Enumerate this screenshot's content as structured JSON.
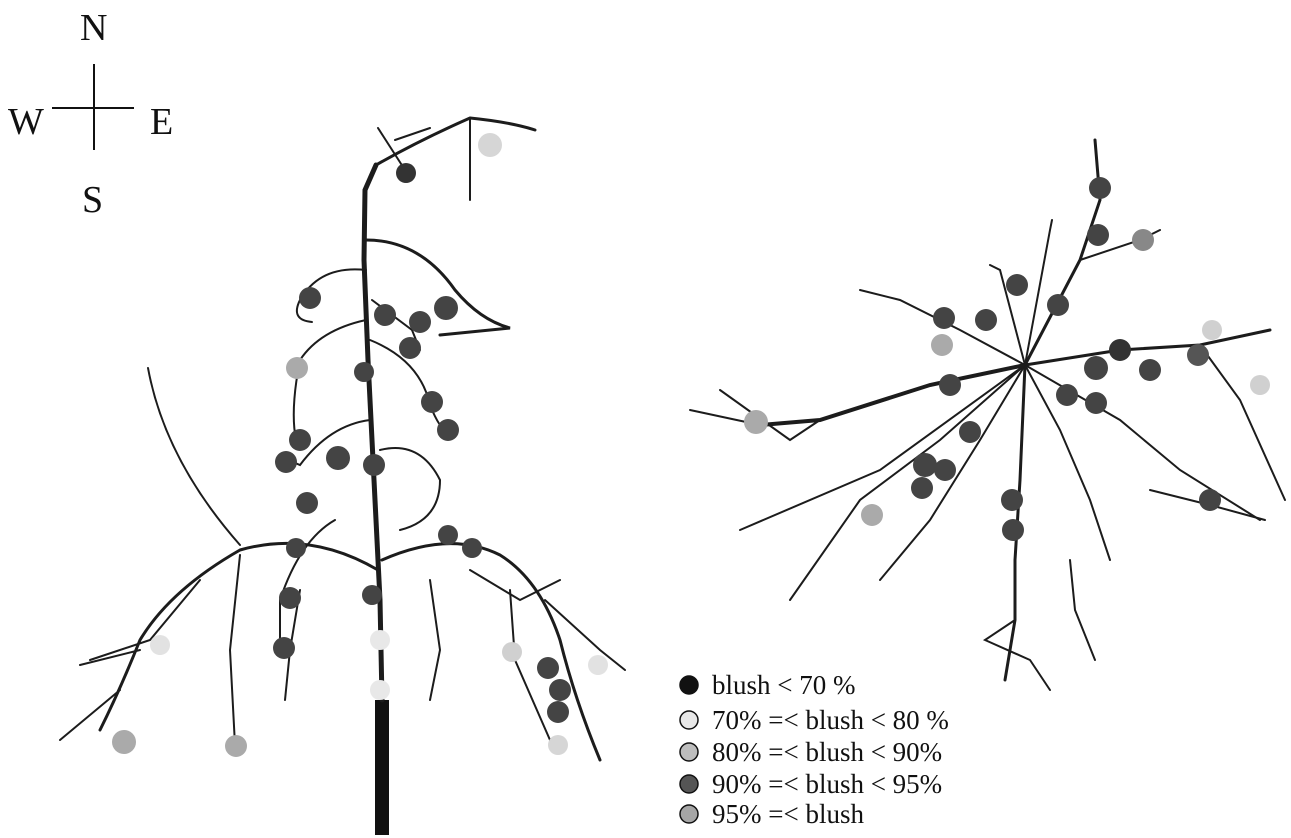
{
  "compass": {
    "north": "N",
    "south": "S",
    "east": "E",
    "west": "W"
  },
  "legend": {
    "items": [
      {
        "label": "blush < 70 %",
        "color": "#111111"
      },
      {
        "label": "70% =< blush < 80 %",
        "color": "#e8e8e8"
      },
      {
        "label": "80% =< blush < 90%",
        "color": "#bdbdbd"
      },
      {
        "label": "90% =< blush < 95%",
        "color": "#555555"
      },
      {
        "label": "95% =< blush",
        "color": "#a6a6a6"
      }
    ]
  },
  "colors": {
    "branch": "#1c1c1c",
    "background": "#ffffff"
  }
}
